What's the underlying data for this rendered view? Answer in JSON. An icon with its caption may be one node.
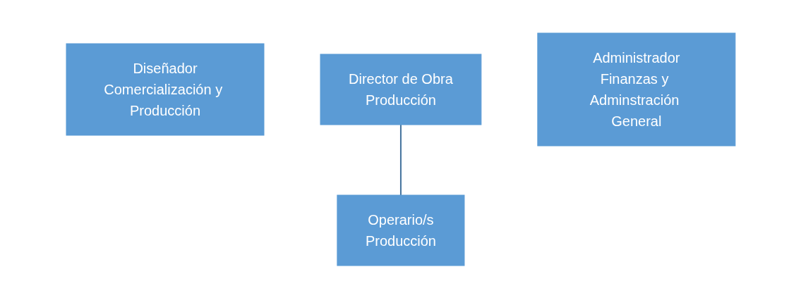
{
  "diagram": {
    "nodes": [
      {
        "text": [
          "Diseñador",
          "Comercialización y Producción"
        ]
      },
      {
        "text": [
          "Director de Obra",
          "Producción"
        ]
      },
      {
        "text": [
          "Administrador",
          "Finanzas y Adminstración General"
        ]
      },
      {
        "text": [
          "Operario/s",
          "Producción"
        ]
      }
    ],
    "edges": [
      {
        "from": 1,
        "to": 3,
        "arrow": "none"
      }
    ]
  }
}
